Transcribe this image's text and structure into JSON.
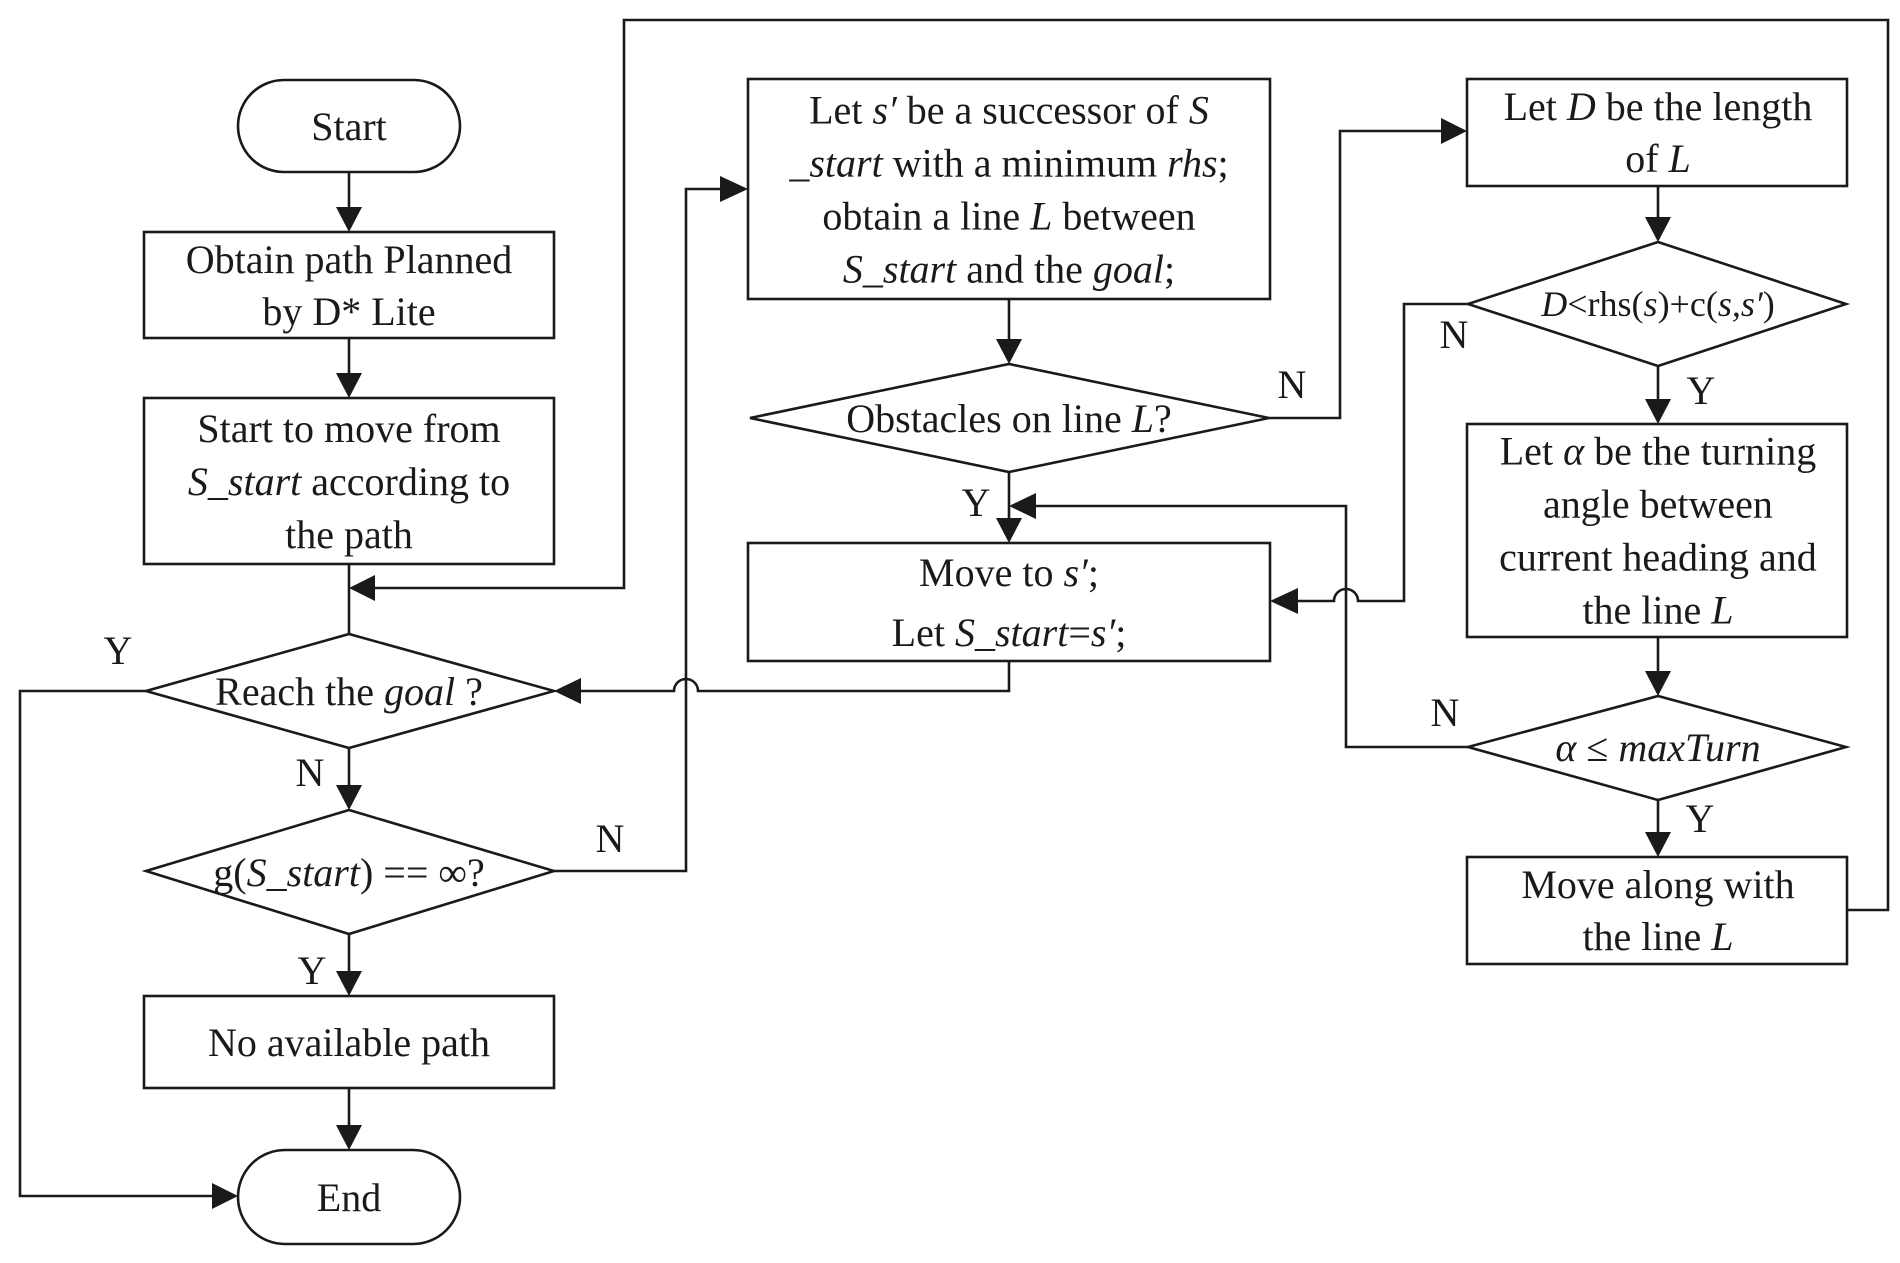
{
  "nodes": {
    "start": {
      "lines": [
        [
          {
            "t": "Start"
          }
        ]
      ]
    },
    "obtain_path": {
      "lines": [
        [
          {
            "t": "Obtain path Planned"
          }
        ],
        [
          {
            "t": "by D* Lite"
          }
        ]
      ]
    },
    "start_move": {
      "lines": [
        [
          {
            "t": "Start to move from"
          }
        ],
        [
          {
            "t": "S_start",
            "i": true
          },
          {
            "t": " according to"
          }
        ],
        [
          {
            "t": "the path"
          }
        ]
      ]
    },
    "reach_goal": {
      "lines": [
        [
          {
            "t": "Reach the "
          },
          {
            "t": "goal",
            "i": true
          },
          {
            "t": " ?"
          }
        ]
      ]
    },
    "g_check": {
      "lines": [
        [
          {
            "t": "g("
          },
          {
            "t": "S_start",
            "i": true
          },
          {
            "t": ") == ∞?"
          }
        ]
      ]
    },
    "no_path": {
      "lines": [
        [
          {
            "t": "No available path"
          }
        ]
      ]
    },
    "end": {
      "lines": [
        [
          {
            "t": "End"
          }
        ]
      ]
    },
    "let_s": {
      "lines": [
        [
          {
            "t": "Let "
          },
          {
            "t": "s′",
            "i": true
          },
          {
            "t": " be a successor of "
          },
          {
            "t": "S",
            "i": true
          }
        ],
        [
          {
            "t": "_start",
            "i": true
          },
          {
            "t": " with a minimum "
          },
          {
            "t": "rhs",
            "i": true
          },
          {
            "t": ";"
          }
        ],
        [
          {
            "t": "obtain a line "
          },
          {
            "t": "L",
            "i": true
          },
          {
            "t": " between"
          }
        ],
        [
          {
            "t": "S_start",
            "i": true
          },
          {
            "t": " and the "
          },
          {
            "t": "goal",
            "i": true
          },
          {
            "t": ";"
          }
        ]
      ]
    },
    "obstacles": {
      "lines": [
        [
          {
            "t": "Obstacles on line "
          },
          {
            "t": "L",
            "i": true
          },
          {
            "t": "?"
          }
        ]
      ]
    },
    "move_to": {
      "lines": [
        [
          {
            "t": "Move to "
          },
          {
            "t": "s′",
            "i": true
          },
          {
            "t": ";"
          }
        ],
        [
          {
            "t": "Let "
          },
          {
            "t": "S_start",
            "i": true
          },
          {
            "t": "="
          },
          {
            "t": "s′",
            "i": true
          },
          {
            "t": ";"
          }
        ]
      ]
    },
    "let_d": {
      "lines": [
        [
          {
            "t": "Let "
          },
          {
            "t": "D",
            "i": true
          },
          {
            "t": " be the length"
          }
        ],
        [
          {
            "t": "of "
          },
          {
            "t": "L",
            "i": true
          }
        ]
      ]
    },
    "d_check": {
      "lines": [
        [
          {
            "t": "D",
            "i": true
          },
          {
            "t": "<rhs("
          },
          {
            "t": "s",
            "i": true
          },
          {
            "t": ")+c("
          },
          {
            "t": "s,s′",
            "i": true
          },
          {
            "t": ")"
          }
        ]
      ]
    },
    "let_alpha": {
      "lines": [
        [
          {
            "t": "Let "
          },
          {
            "t": "α",
            "i": true
          },
          {
            "t": " be the turning"
          }
        ],
        [
          {
            "t": "angle between"
          }
        ],
        [
          {
            "t": "current heading and"
          }
        ],
        [
          {
            "t": "the line "
          },
          {
            "t": "L",
            "i": true
          }
        ]
      ]
    },
    "alpha_check": {
      "lines": [
        [
          {
            "t": "α",
            "i": true
          },
          {
            "t": " ≤ "
          },
          {
            "t": "maxTurn",
            "i": true
          }
        ]
      ]
    },
    "move_along": {
      "lines": [
        [
          {
            "t": "Move along with"
          }
        ],
        [
          {
            "t": "the line "
          },
          {
            "t": "L",
            "i": true
          }
        ]
      ]
    }
  },
  "branch_labels": {
    "reach_goal_yes": "Y",
    "reach_goal_no": "N",
    "g_check_no": "N",
    "g_check_yes": "Y",
    "obstacles_no": "N",
    "obstacles_yes": "Y",
    "d_check_no": "N",
    "d_check_yes": "Y",
    "alpha_check_no": "N",
    "alpha_check_yes": "Y"
  }
}
